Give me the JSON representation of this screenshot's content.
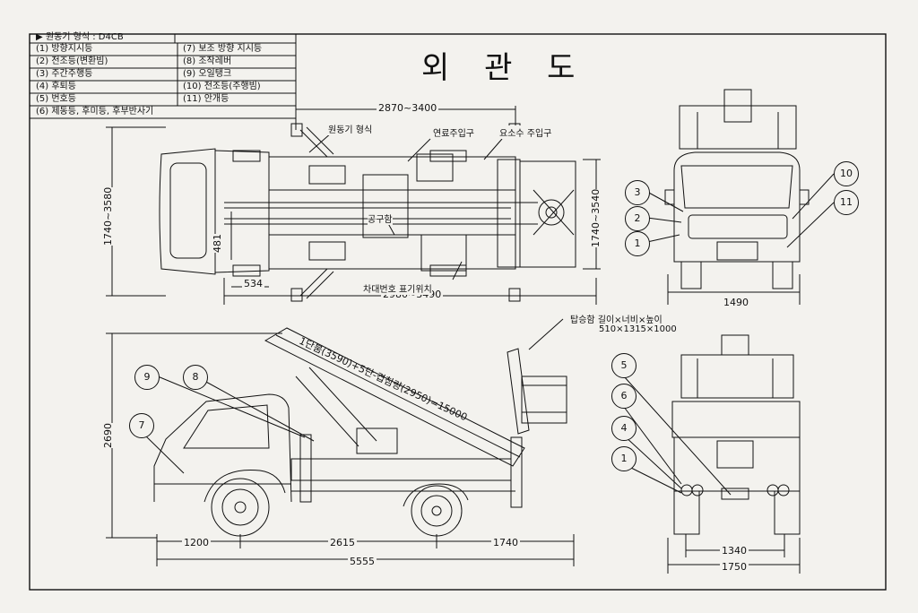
{
  "title": "외 관 도",
  "legend": {
    "header": "▶ 원동기 형식 : D4CB",
    "left": [
      "(1) 방향지시등",
      "(2) 전조등(변환빔)",
      "(3) 주간주행등",
      "(4) 후퇴등",
      "(5) 번호등",
      "(6) 제동등, 후미등, 후부반사기"
    ],
    "right": [
      "(7) 보조 방향 지시등",
      "(8) 조작레버",
      "(9) 오일탱크",
      "(10) 전조등(주행빔)",
      "(11) 안개등"
    ]
  },
  "top_view": {
    "dim_overall_top": "2870~3400",
    "dim_overall_bottom": "2980~3490",
    "dim_left_height": "1740~3580",
    "dim_right_height": "1740~3540",
    "dim_small_width": "534",
    "dim_small_height": "481",
    "label_engine": "원동기 형식",
    "label_fuel": "연료주입구",
    "label_urea": "요소수 주입구",
    "label_toolbox": "공구함",
    "label_plate": "차대번호 표기위치"
  },
  "front_view": {
    "width": "1490",
    "callouts": [
      "3",
      "2",
      "1",
      "10",
      "11"
    ]
  },
  "side_view": {
    "height": "2690",
    "front_overhang": "1200",
    "wheelbase": "2615",
    "rear_overhang": "1740",
    "overall_length": "5555",
    "boom_label": "1단붐(3590)+5단-겹침량(2950)=15000",
    "basket_label": "탑승함 길이×너비×높이",
    "basket_dims": "510×1315×1000",
    "callouts": [
      "9",
      "8",
      "7"
    ]
  },
  "rear_view": {
    "inner_width": "1340",
    "outer_width": "1750",
    "callouts": [
      "5",
      "6",
      "4",
      "1"
    ]
  }
}
